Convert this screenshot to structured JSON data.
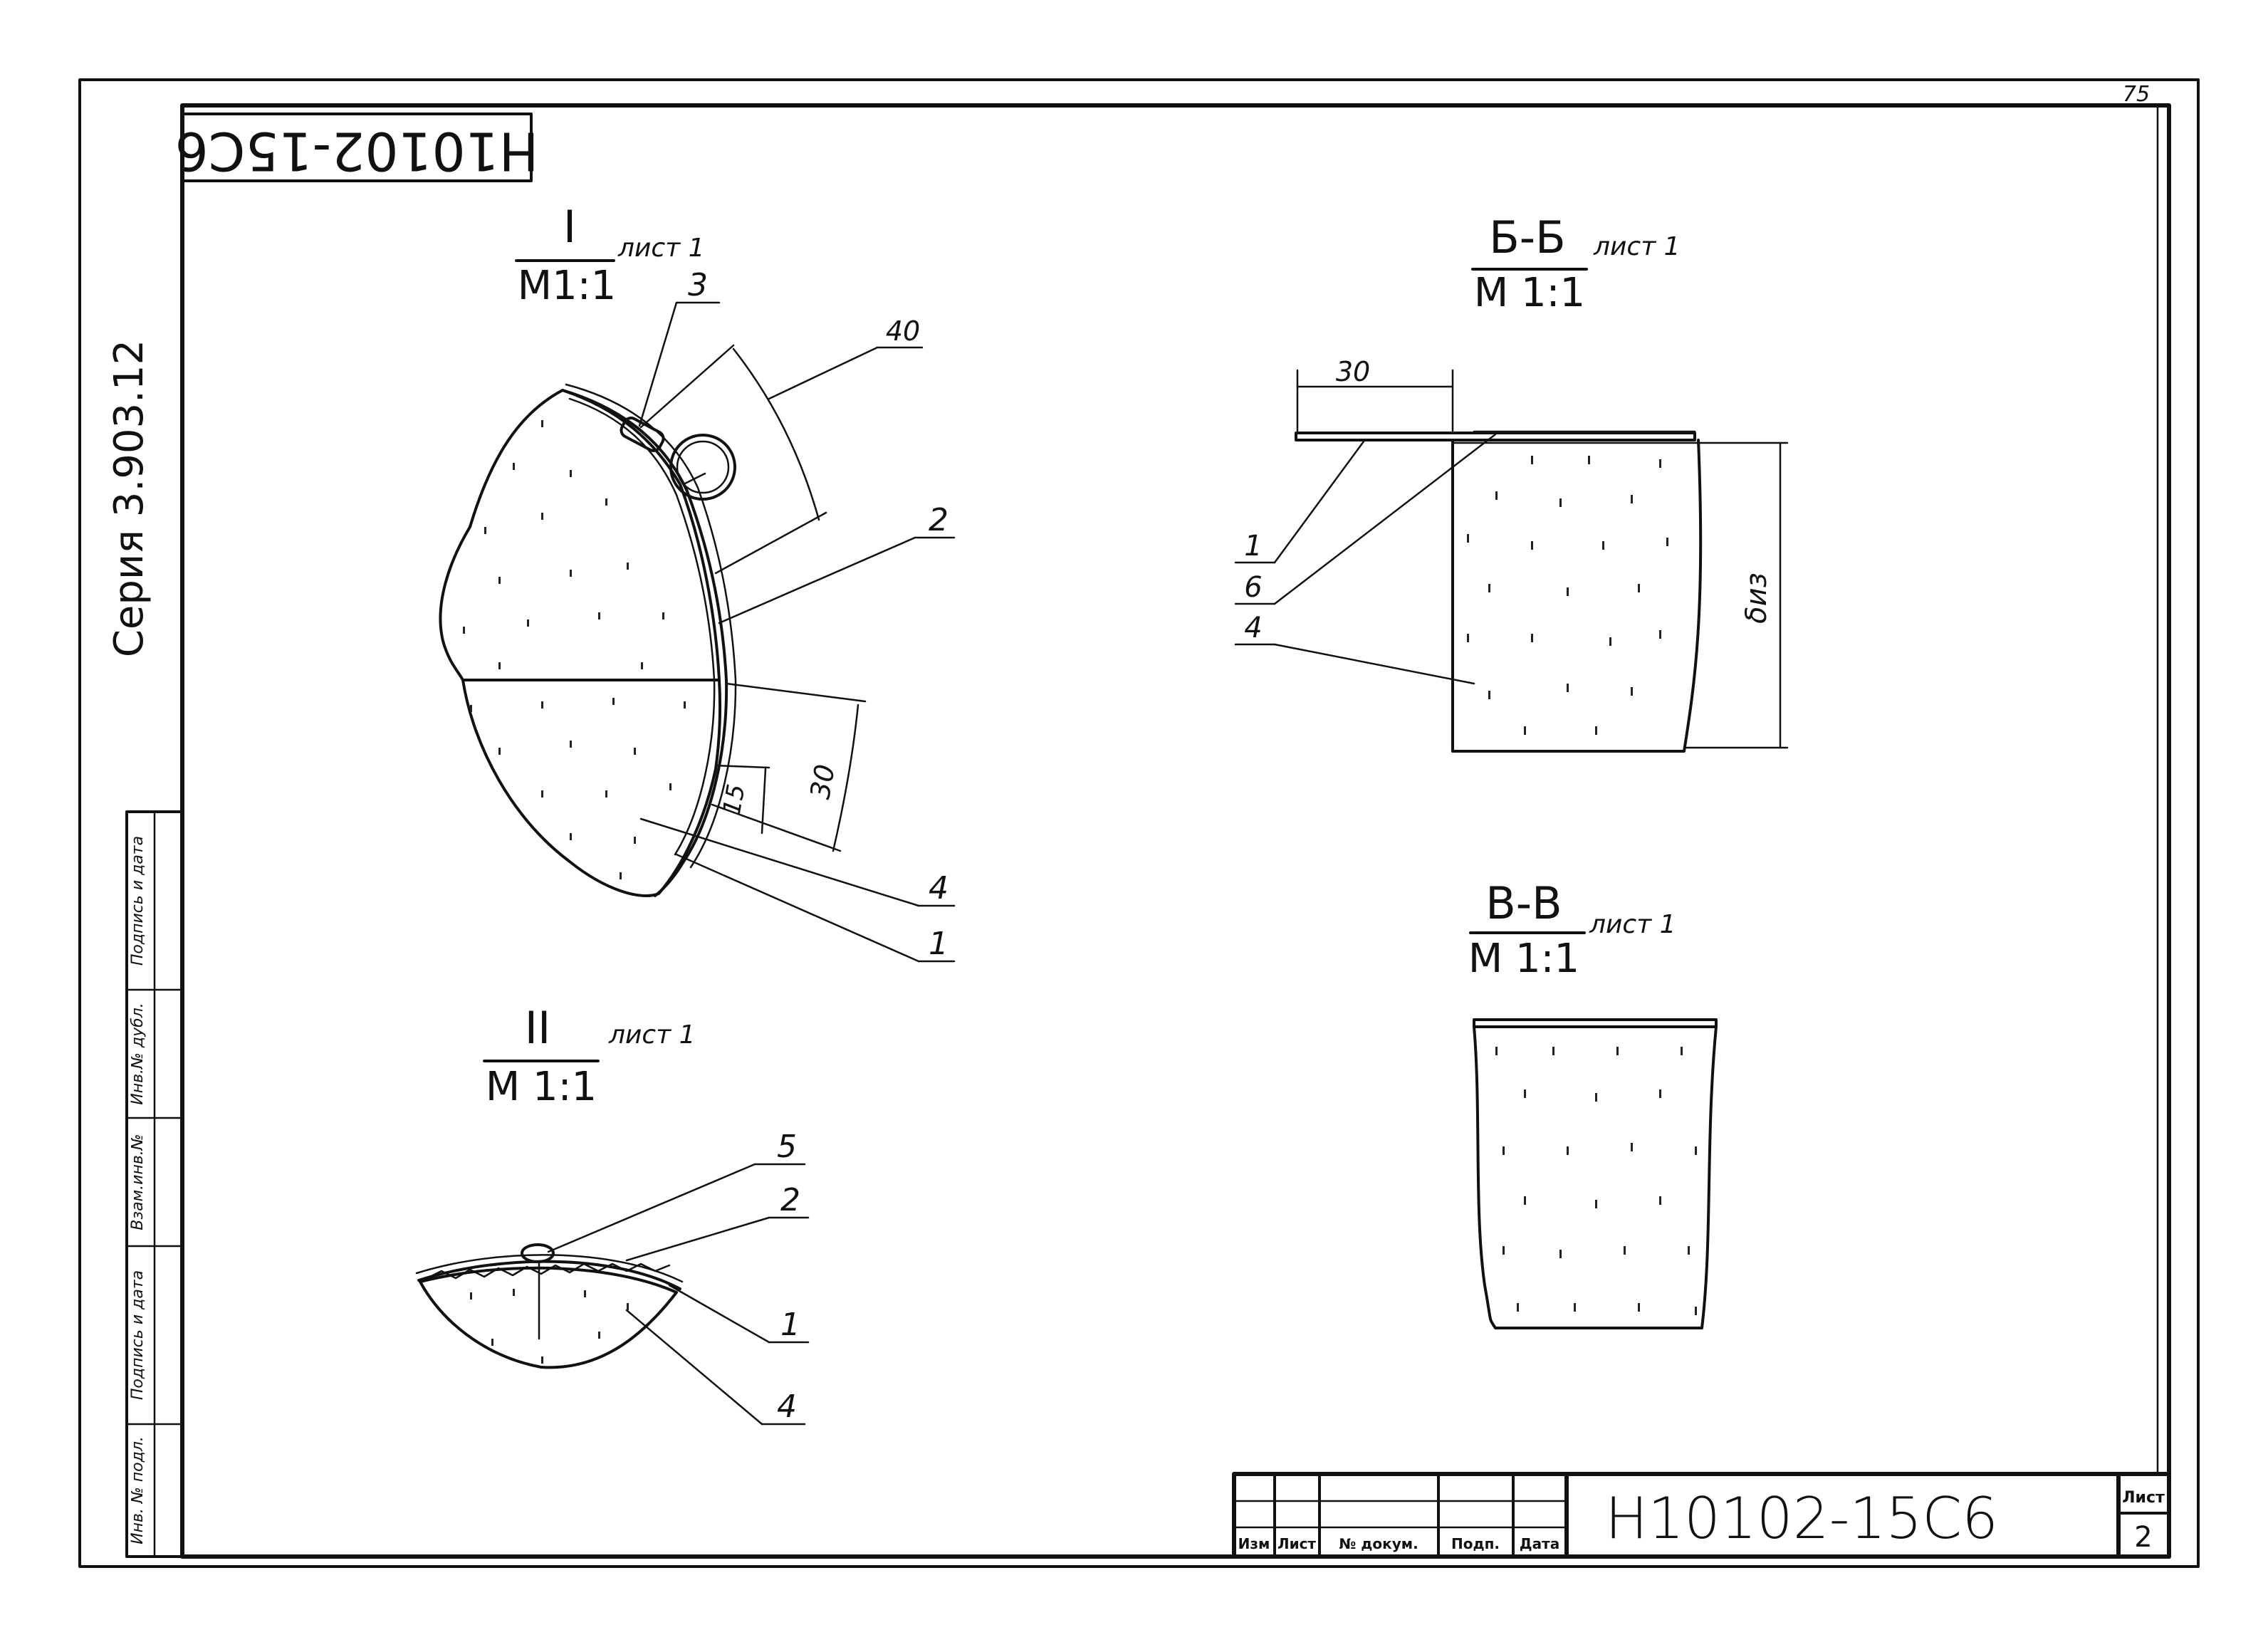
{
  "doc": {
    "code_rotated": "Н10102-15С6",
    "series": "Серия   3.903.12",
    "page_mark": "75"
  },
  "side_stamp": [
    "Инв. № подл.",
    "Подпись и дата",
    "Взам.инв.№",
    "Инв.№ дубл.",
    "Подпись и дата"
  ],
  "views": {
    "v1": {
      "title": "I",
      "sheet": "лист 1",
      "scale": "М1:1",
      "callouts": [
        "3",
        "2",
        "4",
        "1"
      ],
      "dims": [
        "40",
        "30",
        "15"
      ]
    },
    "v2": {
      "title": "II",
      "sheet": "лист 1",
      "scale": "М 1:1",
      "callouts": [
        "5",
        "2",
        "1",
        "4"
      ]
    },
    "vb": {
      "title": "Б-Б",
      "sheet": "лист 1",
      "scale": "М 1:1",
      "callouts": [
        "1",
        "6",
        "4"
      ],
      "dim": "30",
      "thickness": "δиз"
    },
    "vv": {
      "title": "В-В",
      "sheet": "лист 1",
      "scale": "М 1:1"
    }
  },
  "title_block": {
    "headers": [
      "Изм",
      "Лист",
      "№ докум.",
      "Подп.",
      "Дата"
    ],
    "code": "Н10102-15С6",
    "sheet_label": "Лист",
    "sheet_no": "2"
  }
}
